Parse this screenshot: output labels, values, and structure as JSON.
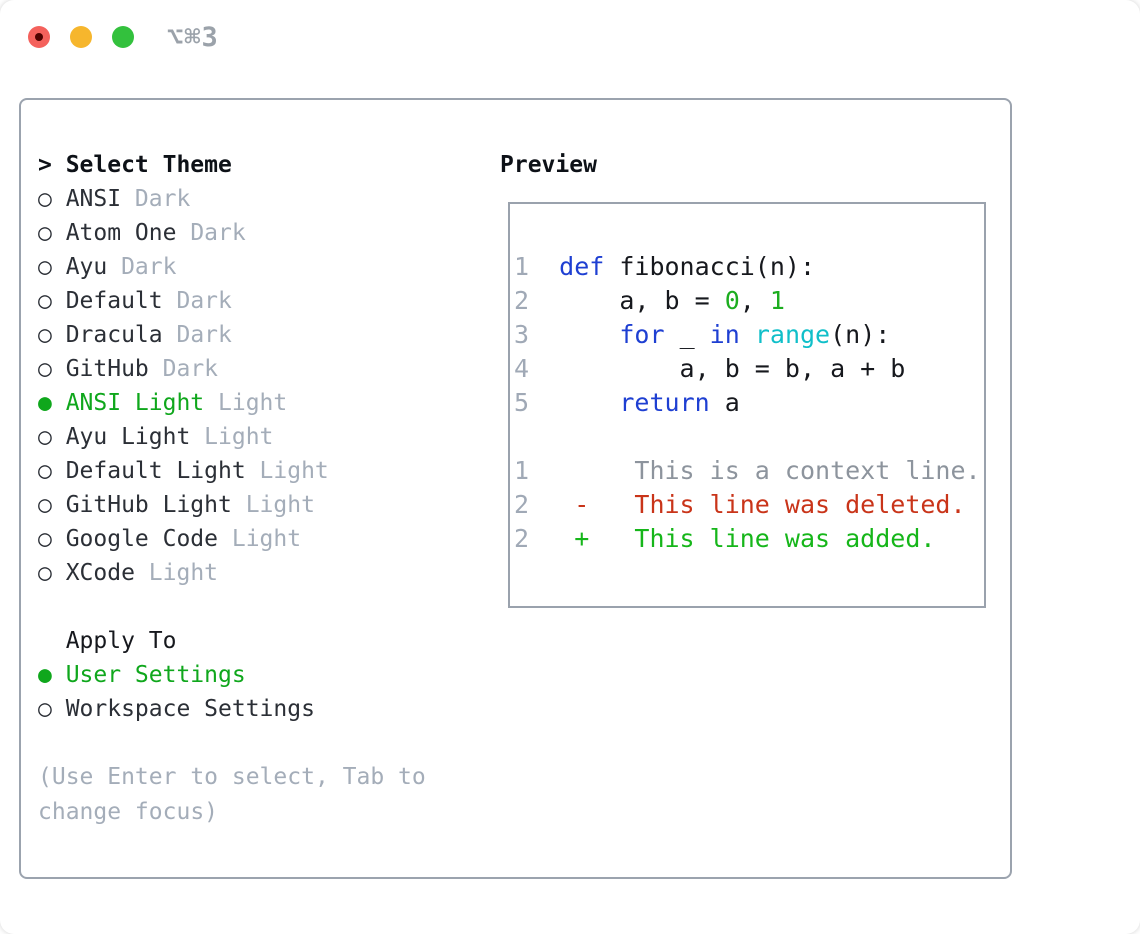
{
  "window": {
    "title": "⌥⌘3",
    "traffic_lights": [
      {
        "name": "close",
        "color": "#f4615c",
        "modified_dot": "#4e0200"
      },
      {
        "name": "minimize",
        "color": "#f6b62d"
      },
      {
        "name": "zoom",
        "color": "#33c13d"
      }
    ]
  },
  "theme_panel": {
    "heading": {
      "marker": ">",
      "label": "Select Theme"
    },
    "options": [
      {
        "marker": "○",
        "name": "ANSI",
        "variant": "Dark",
        "selected": false
      },
      {
        "marker": "○",
        "name": "Atom One",
        "variant": "Dark",
        "selected": false
      },
      {
        "marker": "○",
        "name": "Ayu",
        "variant": "Dark",
        "selected": false
      },
      {
        "marker": "○",
        "name": "Default",
        "variant": "Dark",
        "selected": false
      },
      {
        "marker": "○",
        "name": "Dracula",
        "variant": "Dark",
        "selected": false
      },
      {
        "marker": "○",
        "name": "GitHub",
        "variant": "Dark",
        "selected": false
      },
      {
        "marker": "●",
        "name": "ANSI Light",
        "variant": "Light",
        "selected": true
      },
      {
        "marker": "○",
        "name": "Ayu Light",
        "variant": "Light",
        "selected": false
      },
      {
        "marker": "○",
        "name": "Default Light",
        "variant": "Light",
        "selected": false
      },
      {
        "marker": "○",
        "name": "GitHub Light",
        "variant": "Light",
        "selected": false
      },
      {
        "marker": "○",
        "name": "Google Code",
        "variant": "Light",
        "selected": false
      },
      {
        "marker": "○",
        "name": "XCode",
        "variant": "Light",
        "selected": false
      }
    ],
    "apply": {
      "heading": "Apply To",
      "options": [
        {
          "marker": "●",
          "name": "User Settings",
          "selected": true
        },
        {
          "marker": "○",
          "name": "Workspace Settings",
          "selected": false
        }
      ]
    },
    "hint": "(Use Enter to select, Tab to change focus)"
  },
  "preview": {
    "label": "Preview",
    "lines": [
      {
        "num": "1",
        "tokens": [
          {
            "c": "kw",
            "t": "def"
          },
          {
            "c": "",
            "t": " fibonacci(n):"
          }
        ]
      },
      {
        "num": "2",
        "tokens": [
          {
            "c": "",
            "t": "    a, b = "
          },
          {
            "c": "grn",
            "t": "0"
          },
          {
            "c": "",
            "t": ", "
          },
          {
            "c": "grn",
            "t": "1"
          }
        ]
      },
      {
        "num": "3",
        "tokens": [
          {
            "c": "",
            "t": "    "
          },
          {
            "c": "kw",
            "t": "for"
          },
          {
            "c": "",
            "t": " _ "
          },
          {
            "c": "kw",
            "t": "in"
          },
          {
            "c": "",
            "t": " "
          },
          {
            "c": "cyn",
            "t": "range"
          },
          {
            "c": "",
            "t": "(n):"
          }
        ]
      },
      {
        "num": "4",
        "tokens": [
          {
            "c": "",
            "t": "        a, b = b, a + b"
          }
        ]
      },
      {
        "num": "5",
        "tokens": [
          {
            "c": "",
            "t": "    "
          },
          {
            "c": "kw",
            "t": "return"
          },
          {
            "c": "",
            "t": " a"
          }
        ]
      },
      {
        "num": "",
        "tokens": []
      },
      {
        "num": "1",
        "tokens": [
          {
            "c": "ctx",
            "t": "     This is a context line."
          }
        ]
      },
      {
        "num": "2",
        "tokens": [
          {
            "c": "del",
            "t": " -   This line was deleted."
          }
        ]
      },
      {
        "num": "2",
        "tokens": [
          {
            "c": "add",
            "t": " +   This line was added."
          }
        ]
      }
    ]
  },
  "colors": {
    "selected_green": "#0fa71c",
    "keyword_blue": "#1e3fd2",
    "builtin_cyan": "#10bfc9",
    "number_green": "#1cad1f",
    "added_green": "#16b61a",
    "deleted_red": "#c93419",
    "muted_gray": "#a4adb9",
    "context_gray": "#8d949d",
    "text_dark": "#2b2f36",
    "border_gray": "#9ba3ae"
  }
}
